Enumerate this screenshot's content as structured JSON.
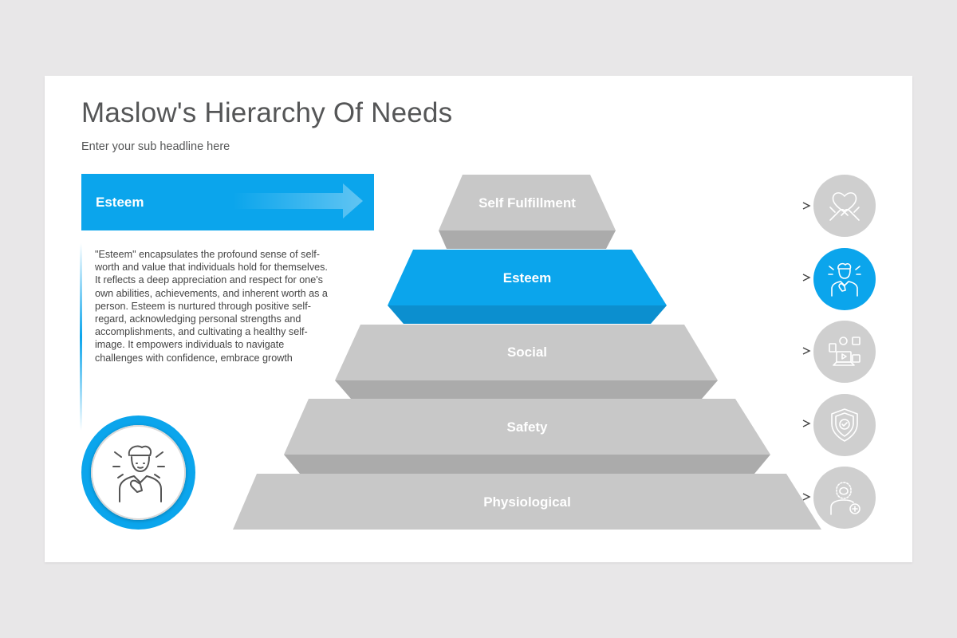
{
  "title": "Maslow's Hierarchy Of Needs",
  "subtitle": "Enter your sub headline here",
  "banner": {
    "label": "Esteem"
  },
  "description": "\"Esteem\" encapsulates the profound sense of self-worth and value that individuals hold for themselves. It reflects a deep appreciation and respect for one's own abilities, achievements, and inherent worth as a person. Esteem is nurtured through positive self-regard, acknowledging personal strengths and accomplishments, and cultivating a healthy self-image. It empowers individuals to navigate challenges with confidence, embrace growth",
  "levels": [
    {
      "label": "Self Fulfillment",
      "icon": "heart-hands-icon",
      "active": false
    },
    {
      "label": "Esteem",
      "icon": "person-esteem-icon",
      "active": true
    },
    {
      "label": "Social",
      "icon": "social-media-icon",
      "active": false
    },
    {
      "label": "Safety",
      "icon": "shield-check-icon",
      "active": false
    },
    {
      "label": "Physiological",
      "icon": "health-person-icon",
      "active": false
    }
  ],
  "colors": {
    "accent": "#0ba5ec",
    "accent_dark": "#0c8fcf",
    "level_face": "#c8c8c8",
    "level_bottom": "#ababab",
    "icon_bg": "#cfcfcf"
  }
}
